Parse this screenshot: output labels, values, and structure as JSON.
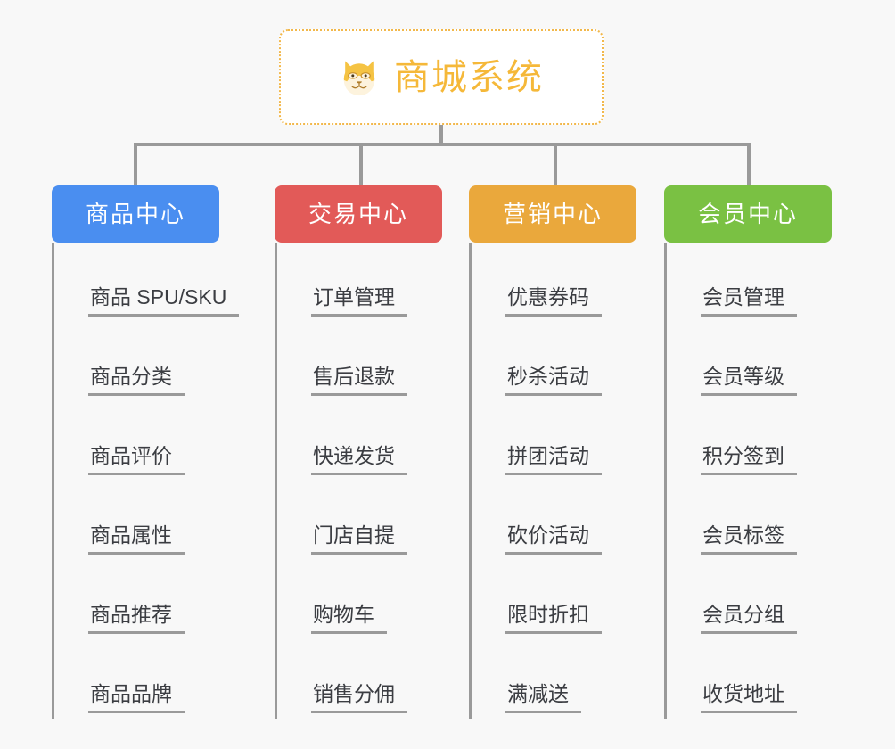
{
  "background_color": "#f8f8f8",
  "root": {
    "title": "商城系统",
    "icon": "shiba-dog-face-icon",
    "text_color": "#f5b839",
    "border_color": "#f2b84b",
    "background_color": "#ffffff"
  },
  "connector_color": "#9a9a9a",
  "columns": [
    {
      "id": "product-center",
      "label": "商品中心",
      "color": "#4a8ef0",
      "items": [
        "商品 SPU/SKU",
        "商品分类",
        "商品评价",
        "商品属性",
        "商品推荐",
        "商品品牌"
      ]
    },
    {
      "id": "trade-center",
      "label": "交易中心",
      "color": "#e25a58",
      "items": [
        "订单管理",
        "售后退款",
        "快递发货",
        "门店自提",
        "购物车",
        "销售分佣"
      ]
    },
    {
      "id": "marketing-center",
      "label": "营销中心",
      "color": "#eaa83c",
      "items": [
        "优惠券码",
        "秒杀活动",
        "拼团活动",
        "砍价活动",
        "限时折扣",
        "满减送"
      ]
    },
    {
      "id": "member-center",
      "label": "会员中心",
      "color": "#7ac143",
      "items": [
        "会员管理",
        "会员等级",
        "积分签到",
        "会员标签",
        "会员分组",
        "收货地址"
      ]
    }
  ]
}
